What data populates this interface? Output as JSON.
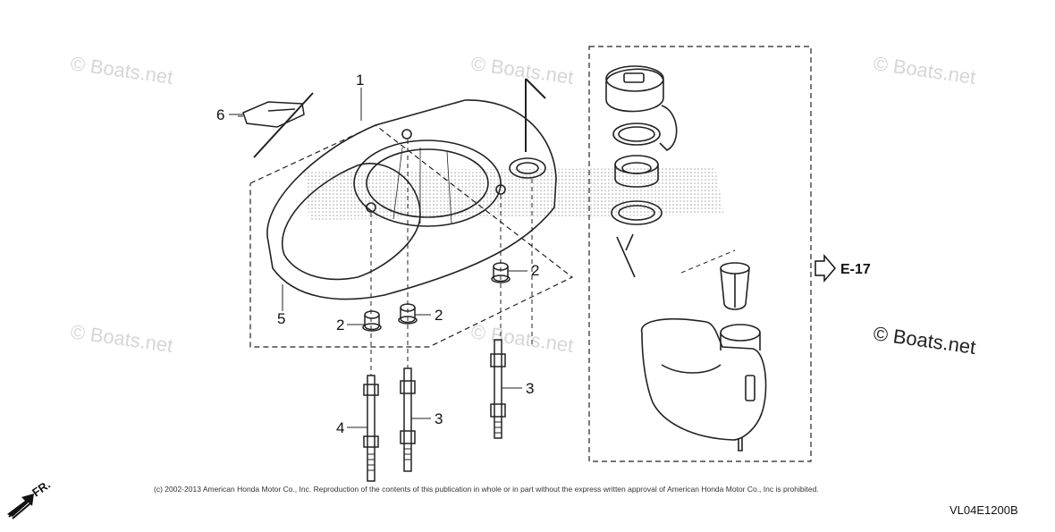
{
  "watermarks": [
    "© Boats.net",
    "© Boats.net",
    "© Boats.net",
    "© Boats.net",
    "© Boats.net",
    "© Boats.net"
  ],
  "watermark_bold": "© Boats.net",
  "callouts": {
    "cover": "1",
    "grommet_a": "2",
    "grommet_b": "2",
    "grommet_c": "2",
    "stud_a": "3",
    "stud_b": "3",
    "stud_long": "4",
    "seal": "5",
    "clip": "6"
  },
  "reference": "E-17",
  "front_label": "FR.",
  "copyright": "(c) 2002-2013 American Honda Motor Co., Inc. Reproduction of the contents of this publication in whole or in part without the express written approval of American Honda Motor Co., Inc is prohibited.",
  "diagram_code": "VL04E1200B"
}
